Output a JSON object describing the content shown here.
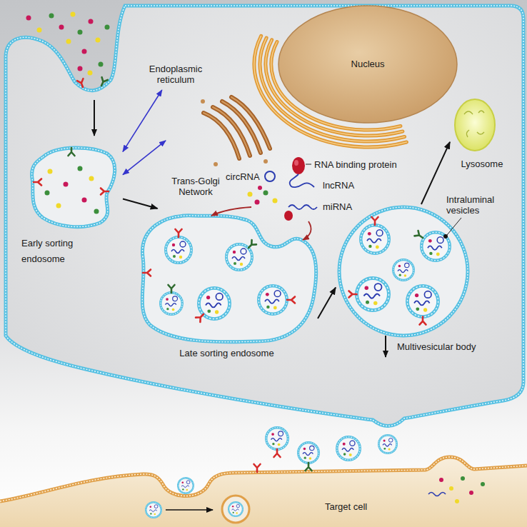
{
  "diagram": {
    "nodes": [
      {
        "text": [
          "Nucleus"
        ]
      },
      {
        "text": [
          "Endoplasmic reticulum"
        ]
      },
      {
        "text": [
          "Trans-Golgi Network"
        ]
      },
      {
        "text": [
          "Early sorting endosome"
        ]
      },
      {
        "text": [
          "Late sorting endosome"
        ]
      },
      {
        "text": [
          "Multivesicular body"
        ]
      },
      {
        "text": [
          "Lysosome"
        ]
      },
      {
        "text": [
          "Target cell"
        ]
      }
    ],
    "edges": [
      {
        "from": 1,
        "to": 3,
        "arrow": "both"
      },
      {
        "from": 2,
        "to": 3,
        "arrow": "both"
      },
      {
        "from": 3,
        "to": 4,
        "arrow": "to"
      },
      {
        "from": 4,
        "to": 5,
        "arrow": "to"
      },
      {
        "from": 5,
        "to": 6,
        "arrow": "to"
      }
    ],
    "labels": [
      "RNA binding protein",
      "circRNA",
      "lncRNA",
      "miRNA",
      "Intraluminal vesicles"
    ]
  }
}
